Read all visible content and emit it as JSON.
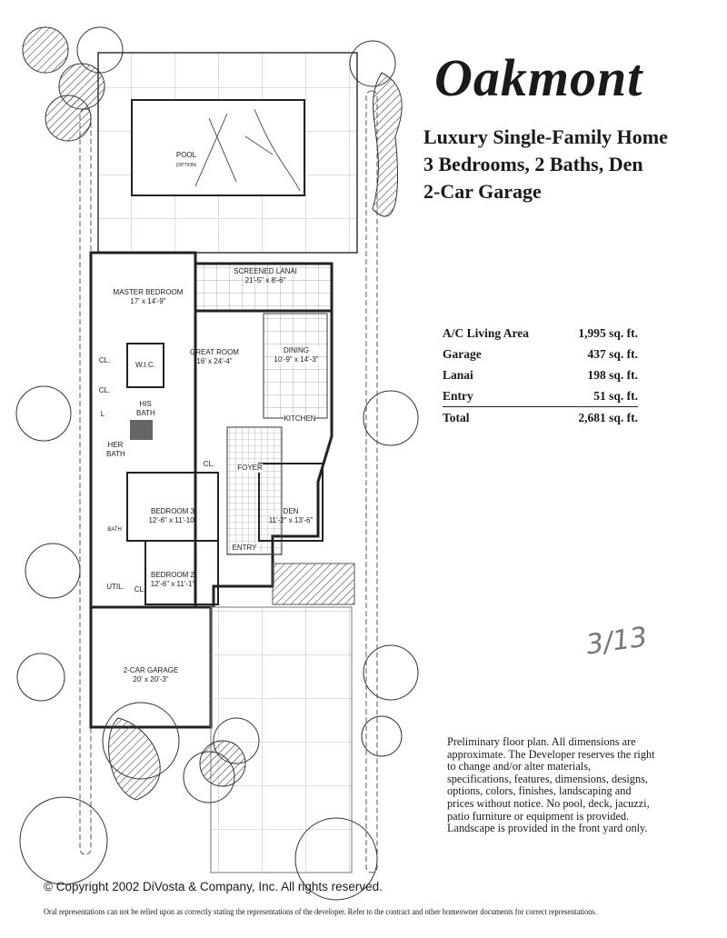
{
  "header": {
    "title": "Oakmont",
    "subtitle_lines": [
      "Luxury Single-Family Home",
      "3 Bedrooms, 2 Baths, Den",
      "2-Car Garage"
    ]
  },
  "areas": [
    {
      "label": "A/C Living Area",
      "value": "1,995 sq. ft."
    },
    {
      "label": "Garage",
      "value": "437 sq. ft."
    },
    {
      "label": "Lanai",
      "value": "198 sq. ft."
    },
    {
      "label": "Entry",
      "value": "51 sq. ft."
    },
    {
      "label": "Total",
      "value": "2,681 sq. ft."
    }
  ],
  "rooms": {
    "pool": {
      "name": "POOL",
      "note": "(OPTION)"
    },
    "lanai": {
      "name": "SCREENED LANAI",
      "dims": "21'-5\" x 8'-6\""
    },
    "master": {
      "name": "MASTER BEDROOM",
      "dims": "17' x 14'-9\""
    },
    "great": {
      "name": "GREAT ROOM",
      "dims": "16' x 24'-4\""
    },
    "dining": {
      "name": "DINING",
      "dims": "10'-9\" x 14'-3\""
    },
    "wic": "W.I.C.",
    "his_bath": "HIS BATH",
    "her_bath": "HER BATH",
    "cl": "CL.",
    "l": "L",
    "kitchen": "KITCHEN",
    "foyer": "FOYER",
    "bed3": {
      "name": "BEDROOM 3",
      "dims": "12'-6\" x 11'-10\""
    },
    "den": {
      "name": "DEN",
      "dims": "11'-2\" x 13'-6\""
    },
    "entry": "ENTRY",
    "bath": "BATH",
    "bed2": {
      "name": "BEDROOM 2",
      "dims": "12'-6\" x 11'-1\""
    },
    "util": "UTIL.",
    "garage": {
      "name": "2-CAR GARAGE",
      "dims": "20' x 20'-3\""
    }
  },
  "disclaimer": "Preliminary floor plan. All dimensions are approximate. The Developer reserves the right to change and/or alter materials, specifications, features, dimensions, designs, options, colors, finishes, landscaping and prices without notice. No pool, deck, jacuzzi, patio furniture or equipment is provided. Landscape is provided in the front yard only.",
  "copyright": "© Copyright 2002 DiVosta & Company, Inc. All rights reserved.",
  "oral_notice": "Oral representations can not be relied upon as correctly stating the representations of the developer. Refer to the contract and other homeowner documents for correct representations.",
  "handwritten_note": "3/13"
}
